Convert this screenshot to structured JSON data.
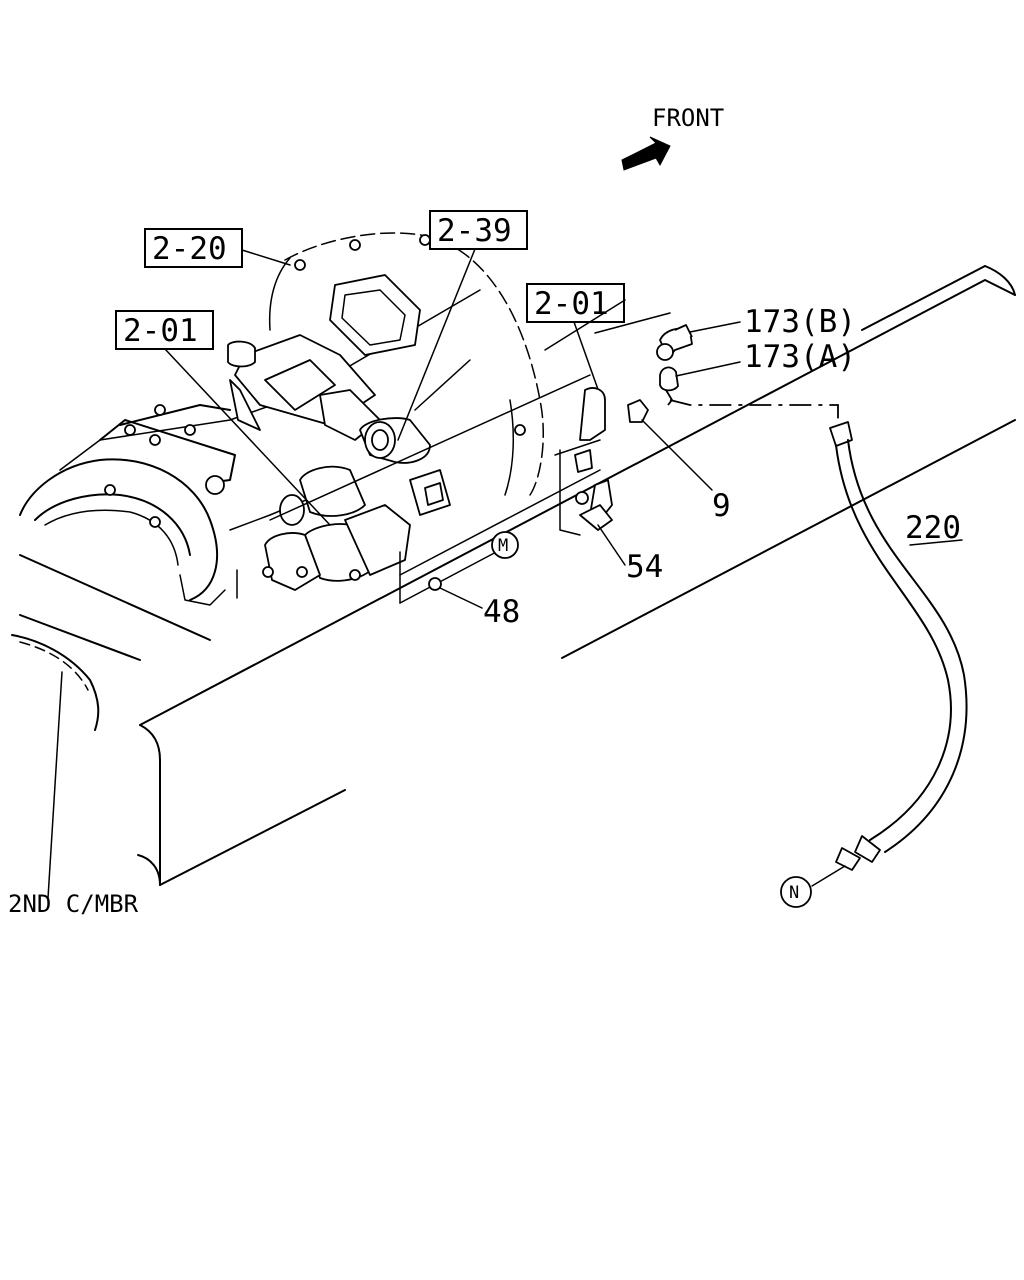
{
  "direction": {
    "label": "FRONT"
  },
  "callouts": {
    "ref_2_20": "2-20",
    "ref_2_39": "2-39",
    "ref_2_01_left": "2-01",
    "ref_2_01_right": "2-01",
    "part_173b": "173(B)",
    "part_173a": "173(A)",
    "part_9": "9",
    "part_54": "54",
    "part_48": "48",
    "part_220": "220",
    "marker_m": "M",
    "marker_n": "N"
  },
  "frame_label": "2ND C/MBR"
}
